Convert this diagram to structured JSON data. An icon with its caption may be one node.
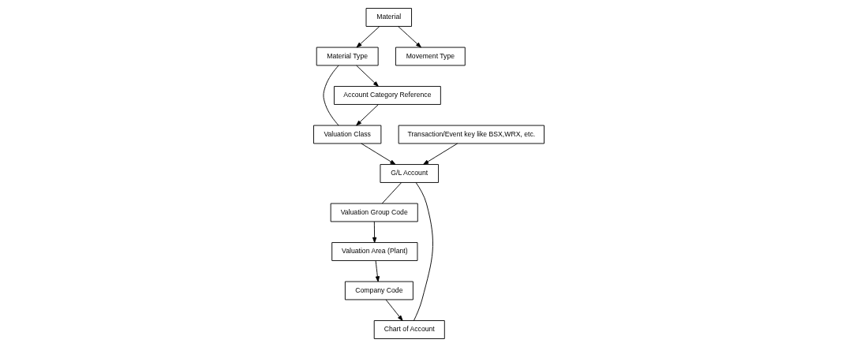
{
  "diagram": {
    "nodes": [
      {
        "text": [
          "Material"
        ]
      },
      {
        "text": [
          "Material Type"
        ]
      },
      {
        "text": [
          "Valuation Class"
        ]
      },
      {
        "text": [
          "Movement Type"
        ]
      },
      {
        "text": [
          "Account Category Reference"
        ]
      },
      {
        "text": [
          "Valuation Group Code"
        ]
      },
      {
        "text": [
          "Valuation Area (Plant)"
        ]
      },
      {
        "text": [
          "Company Code"
        ]
      },
      {
        "text": [
          "Chart of Account"
        ]
      },
      {
        "text": [
          "Transaction/Event key like BSX,WRX, etc."
        ]
      },
      {
        "text": [
          "G/L Account"
        ]
      }
    ],
    "edges": [
      {
        "from": 0,
        "to": 1,
        "arrow": "to"
      },
      {
        "from": 0,
        "to": 3,
        "arrow": "to"
      },
      {
        "from": 1,
        "to": 2,
        "arrow": "none"
      },
      {
        "from": 1,
        "to": 4,
        "arrow": "to"
      },
      {
        "from": 4,
        "to": 2,
        "arrow": "to"
      },
      {
        "from": 2,
        "to": 10,
        "arrow": "to"
      },
      {
        "from": 9,
        "to": 10,
        "arrow": "to"
      },
      {
        "from": 10,
        "to": 5,
        "arrow": "none"
      },
      {
        "from": 10,
        "to": 8,
        "arrow": "none"
      },
      {
        "from": 5,
        "to": 6,
        "arrow": "to"
      },
      {
        "from": 6,
        "to": 7,
        "arrow": "to"
      },
      {
        "from": 7,
        "to": 8,
        "arrow": "to"
      }
    ]
  }
}
